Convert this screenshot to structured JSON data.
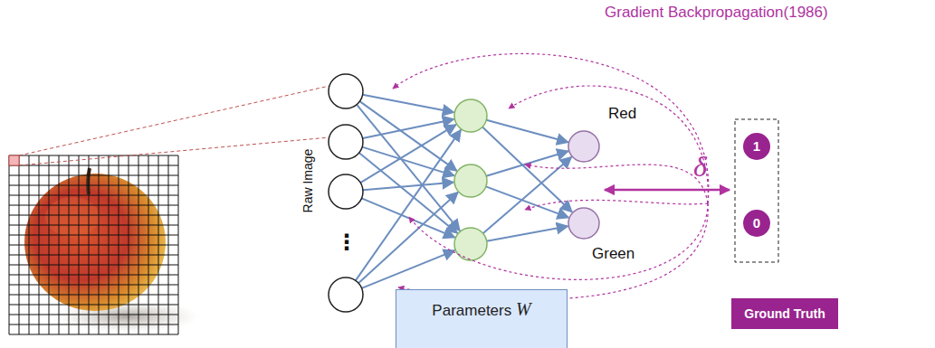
{
  "diagram": {
    "nodes": [
      {
        "text": [
          "1"
        ]
      },
      {
        "text": [
          "0"
        ]
      },
      {
        "text": [
          "Parameters W"
        ]
      },
      {
        "text": [
          "Ground Truth"
        ]
      }
    ],
    "labels": [
      "Gradient Backpropagation(1986)",
      "Raw Image",
      "⋮",
      "Red",
      "δ",
      "Green"
    ]
  }
}
